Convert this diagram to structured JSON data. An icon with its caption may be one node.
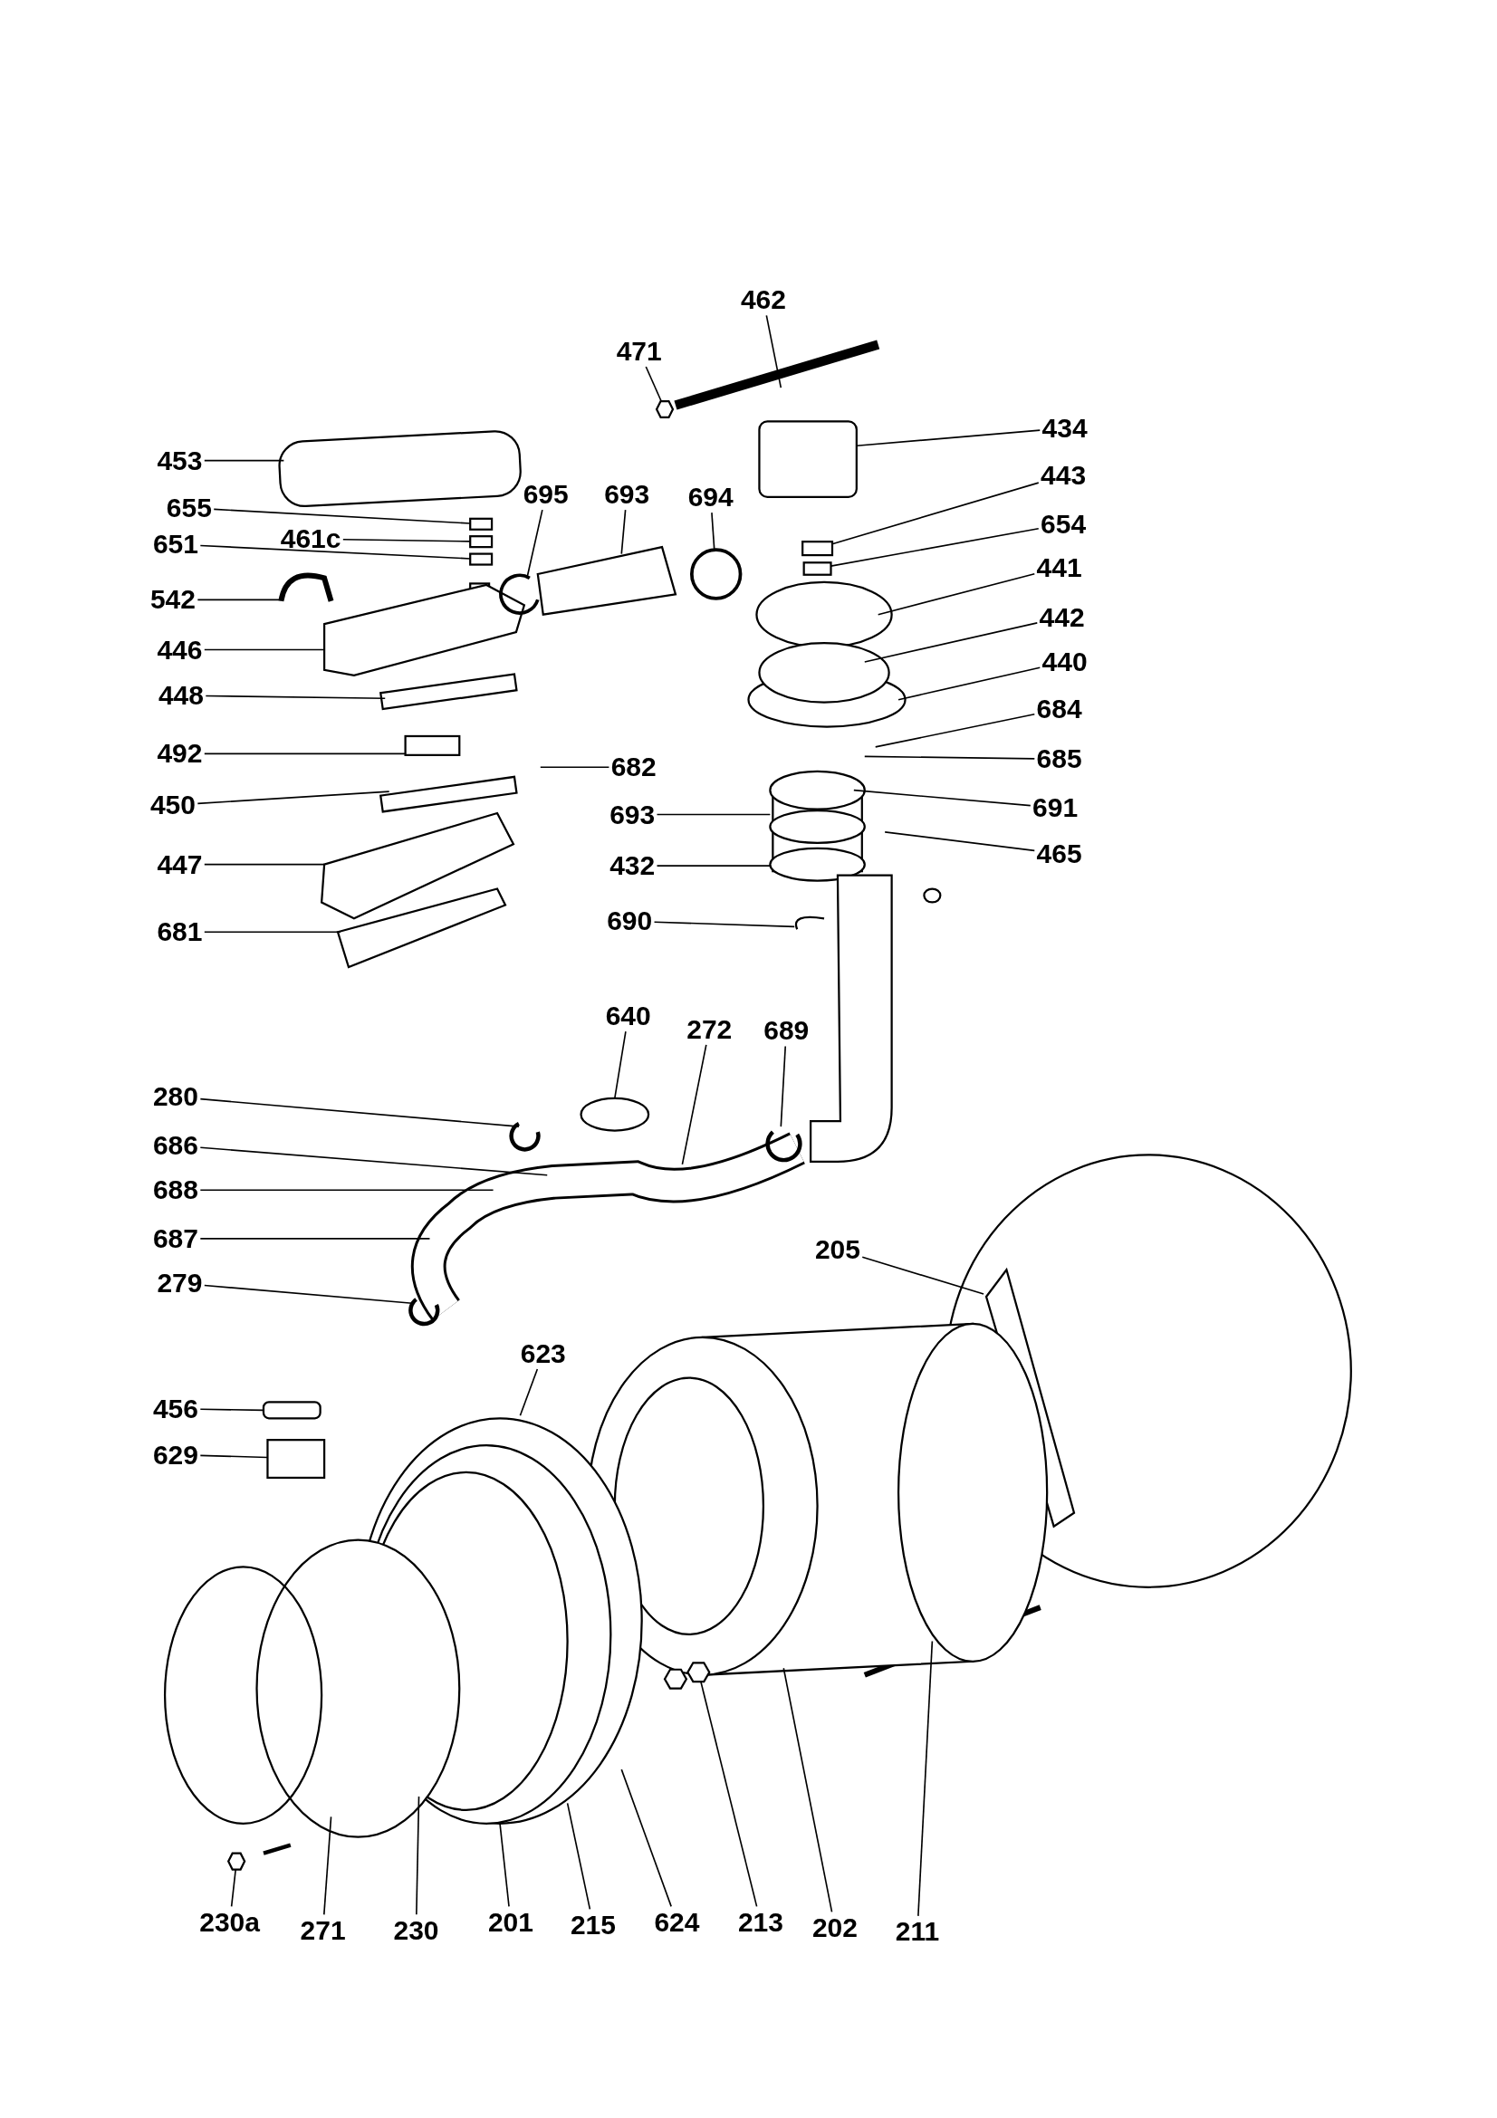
{
  "diagram": {
    "nodes": [
      {
        "text": [
          "462"
        ]
      },
      {
        "text": [
          "471"
        ]
      },
      {
        "text": [
          "434"
        ]
      },
      {
        "text": [
          "453"
        ]
      },
      {
        "text": [
          "443"
        ]
      },
      {
        "text": [
          "695"
        ]
      },
      {
        "text": [
          "693"
        ]
      },
      {
        "text": [
          "694"
        ]
      },
      {
        "text": [
          "655"
        ]
      },
      {
        "text": [
          "654"
        ]
      },
      {
        "text": [
          "461c"
        ]
      },
      {
        "text": [
          "651"
        ]
      },
      {
        "text": [
          "441"
        ]
      },
      {
        "text": [
          "542"
        ]
      },
      {
        "text": [
          "442"
        ]
      },
      {
        "text": [
          "446"
        ]
      },
      {
        "text": [
          "440"
        ]
      },
      {
        "text": [
          "448"
        ]
      },
      {
        "text": [
          "684"
        ]
      },
      {
        "text": [
          "492"
        ]
      },
      {
        "text": [
          "685"
        ]
      },
      {
        "text": [
          "682"
        ]
      },
      {
        "text": [
          "450"
        ]
      },
      {
        "text": [
          "691"
        ]
      },
      {
        "text": [
          "693"
        ]
      },
      {
        "text": [
          "465"
        ]
      },
      {
        "text": [
          "432"
        ]
      },
      {
        "text": [
          "447"
        ]
      },
      {
        "text": [
          "690"
        ]
      },
      {
        "text": [
          "681"
        ]
      },
      {
        "text": [
          "640"
        ]
      },
      {
        "text": [
          "272"
        ]
      },
      {
        "text": [
          "689"
        ]
      },
      {
        "text": [
          "280"
        ]
      },
      {
        "text": [
          "686"
        ]
      },
      {
        "text": [
          "688"
        ]
      },
      {
        "text": [
          "687"
        ]
      },
      {
        "text": [
          "205"
        ]
      },
      {
        "text": [
          "279"
        ]
      },
      {
        "text": [
          "623"
        ]
      },
      {
        "text": [
          "456"
        ]
      },
      {
        "text": [
          "629"
        ]
      },
      {
        "text": [
          "230a"
        ]
      },
      {
        "text": [
          "271"
        ]
      },
      {
        "text": [
          "230"
        ]
      },
      {
        "text": [
          "201"
        ]
      },
      {
        "text": [
          "215"
        ]
      },
      {
        "text": [
          "624"
        ]
      },
      {
        "text": [
          "213"
        ]
      },
      {
        "text": [
          "202"
        ]
      },
      {
        "text": [
          "211"
        ]
      },
      {
        "text": [],
        "shape": "hexagon"
      },
      {
        "text": [],
        "shape": "box"
      },
      {
        "text": [],
        "shape": "circle"
      },
      {
        "text": [],
        "shape": "box"
      },
      {
        "text": [],
        "shape": "box"
      },
      {
        "text": [],
        "shape": "box"
      },
      {
        "text": [],
        "shape": "box"
      },
      {
        "text": [],
        "shape": "hexagon"
      },
      {
        "text": [],
        "shape": "hexagon"
      }
    ],
    "edges": [
      {
        "from": 0,
        "to": null,
        "arrow": "none"
      },
      {
        "from": 1,
        "to": 51,
        "arrow": "none"
      },
      {
        "from": 2,
        "to": null,
        "arrow": "none"
      },
      {
        "from": 3,
        "to": null,
        "arrow": "none"
      },
      {
        "from": 4,
        "to": 52,
        "arrow": "none"
      },
      {
        "from": 5,
        "to": null,
        "arrow": "none"
      },
      {
        "from": 6,
        "to": null,
        "arrow": "none"
      },
      {
        "from": 7,
        "to": 53,
        "arrow": "none"
      },
      {
        "from": 8,
        "to": 54,
        "arrow": "none"
      },
      {
        "from": 9,
        "to": 57,
        "arrow": "none"
      },
      {
        "from": 10,
        "to": 55,
        "arrow": "none"
      },
      {
        "from": 11,
        "to": 56,
        "arrow": "none"
      },
      {
        "from": 12,
        "to": null,
        "arrow": "none"
      },
      {
        "from": 13,
        "to": null,
        "arrow": "none"
      },
      {
        "from": 14,
        "to": null,
        "arrow": "none"
      },
      {
        "from": 15,
        "to": null,
        "arrow": "none"
      },
      {
        "from": 16,
        "to": null,
        "arrow": "none"
      },
      {
        "from": 17,
        "to": null,
        "arrow": "none"
      },
      {
        "from": 18,
        "to": null,
        "arrow": "none"
      },
      {
        "from": 19,
        "to": null,
        "arrow": "none"
      },
      {
        "from": 20,
        "to": null,
        "arrow": "none"
      },
      {
        "from": 21,
        "to": null,
        "arrow": "none"
      },
      {
        "from": 22,
        "to": null,
        "arrow": "none"
      },
      {
        "from": 23,
        "to": null,
        "arrow": "none"
      },
      {
        "from": 24,
        "to": null,
        "arrow": "none"
      },
      {
        "from": 25,
        "to": null,
        "arrow": "none"
      },
      {
        "from": 26,
        "to": null,
        "arrow": "none"
      },
      {
        "from": 27,
        "to": null,
        "arrow": "none"
      },
      {
        "from": 28,
        "to": null,
        "arrow": "none"
      },
      {
        "from": 29,
        "to": null,
        "arrow": "none"
      },
      {
        "from": 30,
        "to": null,
        "arrow": "none"
      },
      {
        "from": 31,
        "to": null,
        "arrow": "none"
      },
      {
        "from": 32,
        "to": null,
        "arrow": "none"
      },
      {
        "from": 33,
        "to": null,
        "arrow": "none"
      },
      {
        "from": 34,
        "to": null,
        "arrow": "none"
      },
      {
        "from": 35,
        "to": null,
        "arrow": "none"
      },
      {
        "from": 36,
        "to": null,
        "arrow": "none"
      },
      {
        "from": 37,
        "to": null,
        "arrow": "none"
      },
      {
        "from": 38,
        "to": null,
        "arrow": "none"
      },
      {
        "from": 39,
        "to": null,
        "arrow": "none"
      },
      {
        "from": 40,
        "to": null,
        "arrow": "none"
      },
      {
        "from": 41,
        "to": null,
        "arrow": "none"
      },
      {
        "from": 42,
        "to": 58,
        "arrow": "none"
      },
      {
        "from": 43,
        "to": null,
        "arrow": "none"
      },
      {
        "from": 44,
        "to": null,
        "arrow": "none"
      },
      {
        "from": 45,
        "to": null,
        "arrow": "none"
      },
      {
        "from": 46,
        "to": null,
        "arrow": "none"
      },
      {
        "from": 47,
        "to": null,
        "arrow": "none"
      },
      {
        "from": 48,
        "to": 59,
        "arrow": "none"
      },
      {
        "from": 49,
        "to": null,
        "arrow": "none"
      },
      {
        "from": 50,
        "to": null,
        "arrow": "none"
      }
    ]
  }
}
